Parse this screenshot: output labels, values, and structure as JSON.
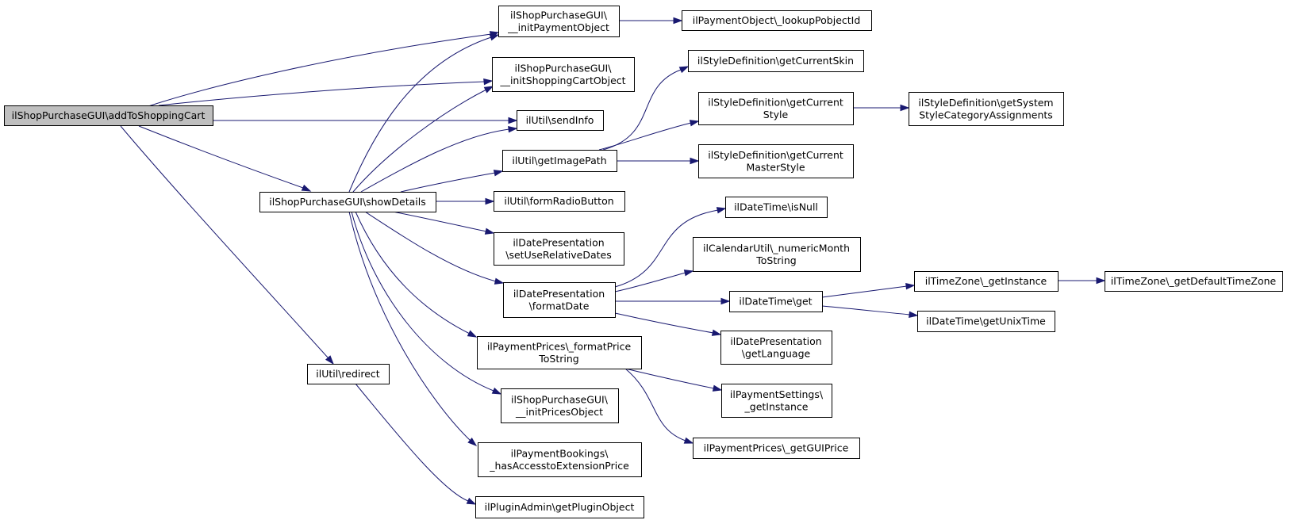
{
  "diagram": {
    "type": "call-graph",
    "colors": {
      "edge": "#191970",
      "root_fill": "#bfbfbf",
      "node_fill": "#ffffff",
      "node_border": "#000000"
    },
    "nodes": [
      {
        "id": "addToShoppingCart",
        "lines": [
          "ilShopPurchaseGUI\\addToShoppingCart"
        ],
        "root": true
      },
      {
        "id": "initPaymentObject",
        "lines": [
          "ilShopPurchaseGUI\\",
          "__initPaymentObject"
        ]
      },
      {
        "id": "lookupPobjectId",
        "lines": [
          "ilPaymentObject\\_lookupPobjectId"
        ]
      },
      {
        "id": "initShoppingCartObject",
        "lines": [
          "ilShopPurchaseGUI\\",
          "__initShoppingCartObject"
        ]
      },
      {
        "id": "sendInfo",
        "lines": [
          "ilUtil\\sendInfo"
        ]
      },
      {
        "id": "showDetails",
        "lines": [
          "ilShopPurchaseGUI\\showDetails"
        ]
      },
      {
        "id": "getImagePath",
        "lines": [
          "ilUtil\\getImagePath"
        ]
      },
      {
        "id": "formRadioButton",
        "lines": [
          "ilUtil\\formRadioButton"
        ]
      },
      {
        "id": "setUseRelativeDates",
        "lines": [
          "ilDatePresentation",
          "\\setUseRelativeDates"
        ]
      },
      {
        "id": "formatDate",
        "lines": [
          "ilDatePresentation",
          "\\formatDate"
        ]
      },
      {
        "id": "formatPriceToString",
        "lines": [
          "ilPaymentPrices\\_formatPrice",
          "ToString"
        ]
      },
      {
        "id": "initPricesObject",
        "lines": [
          "ilShopPurchaseGUI\\",
          "__initPricesObject"
        ]
      },
      {
        "id": "hasAccesstoExtensionPrice",
        "lines": [
          "ilPaymentBookings\\",
          "_hasAccesstoExtensionPrice"
        ]
      },
      {
        "id": "getPluginObject",
        "lines": [
          "ilPluginAdmin\\getPluginObject"
        ]
      },
      {
        "id": "redirect",
        "lines": [
          "ilUtil\\redirect"
        ]
      },
      {
        "id": "getCurrentSkin",
        "lines": [
          "ilStyleDefinition\\getCurrentSkin"
        ]
      },
      {
        "id": "getCurrentStyle",
        "lines": [
          "ilStyleDefinition\\getCurrent",
          "Style"
        ]
      },
      {
        "id": "getSystemStyleCategoryAssignments",
        "lines": [
          "ilStyleDefinition\\getSystem",
          "StyleCategoryAssignments"
        ]
      },
      {
        "id": "getCurrentMasterStyle",
        "lines": [
          "ilStyleDefinition\\getCurrent",
          "MasterStyle"
        ]
      },
      {
        "id": "isNull",
        "lines": [
          "ilDateTime\\isNull"
        ]
      },
      {
        "id": "numericMonthToString",
        "lines": [
          "ilCalendarUtil\\_numericMonth",
          "ToString"
        ]
      },
      {
        "id": "dateTimeGet",
        "lines": [
          "ilDateTime\\get"
        ]
      },
      {
        "id": "getLanguage",
        "lines": [
          "ilDatePresentation",
          "\\getLanguage"
        ]
      },
      {
        "id": "getTimeZoneInstance",
        "lines": [
          "ilTimeZone\\_getInstance"
        ]
      },
      {
        "id": "getDefaultTimeZone",
        "lines": [
          "ilTimeZone\\_getDefaultTimeZone"
        ]
      },
      {
        "id": "getUnixTime",
        "lines": [
          "ilDateTime\\getUnixTime"
        ]
      },
      {
        "id": "paymentSettingsInstance",
        "lines": [
          "ilPaymentSettings\\",
          "_getInstance"
        ]
      },
      {
        "id": "getGUIPrice",
        "lines": [
          "ilPaymentPrices\\_getGUIPrice"
        ]
      }
    ],
    "edges": [
      {
        "from": "addToShoppingCart",
        "to": "initPaymentObject"
      },
      {
        "from": "addToShoppingCart",
        "to": "initShoppingCartObject"
      },
      {
        "from": "addToShoppingCart",
        "to": "sendInfo"
      },
      {
        "from": "addToShoppingCart",
        "to": "showDetails"
      },
      {
        "from": "addToShoppingCart",
        "to": "redirect"
      },
      {
        "from": "initPaymentObject",
        "to": "lookupPobjectId"
      },
      {
        "from": "showDetails",
        "to": "initPaymentObject"
      },
      {
        "from": "showDetails",
        "to": "initShoppingCartObject"
      },
      {
        "from": "showDetails",
        "to": "sendInfo"
      },
      {
        "from": "showDetails",
        "to": "getImagePath"
      },
      {
        "from": "showDetails",
        "to": "formRadioButton"
      },
      {
        "from": "showDetails",
        "to": "setUseRelativeDates"
      },
      {
        "from": "showDetails",
        "to": "formatDate"
      },
      {
        "from": "showDetails",
        "to": "formatPriceToString"
      },
      {
        "from": "showDetails",
        "to": "initPricesObject"
      },
      {
        "from": "showDetails",
        "to": "hasAccesstoExtensionPrice"
      },
      {
        "from": "redirect",
        "to": "getPluginObject"
      },
      {
        "from": "getImagePath",
        "to": "getCurrentSkin"
      },
      {
        "from": "getImagePath",
        "to": "getCurrentStyle"
      },
      {
        "from": "getImagePath",
        "to": "getCurrentMasterStyle"
      },
      {
        "from": "getCurrentStyle",
        "to": "getSystemStyleCategoryAssignments"
      },
      {
        "from": "formatDate",
        "to": "isNull"
      },
      {
        "from": "formatDate",
        "to": "numericMonthToString"
      },
      {
        "from": "formatDate",
        "to": "dateTimeGet"
      },
      {
        "from": "formatDate",
        "to": "getLanguage"
      },
      {
        "from": "dateTimeGet",
        "to": "getTimeZoneInstance"
      },
      {
        "from": "dateTimeGet",
        "to": "getUnixTime"
      },
      {
        "from": "getTimeZoneInstance",
        "to": "getDefaultTimeZone"
      },
      {
        "from": "formatPriceToString",
        "to": "paymentSettingsInstance"
      },
      {
        "from": "formatPriceToString",
        "to": "getGUIPrice"
      }
    ]
  }
}
